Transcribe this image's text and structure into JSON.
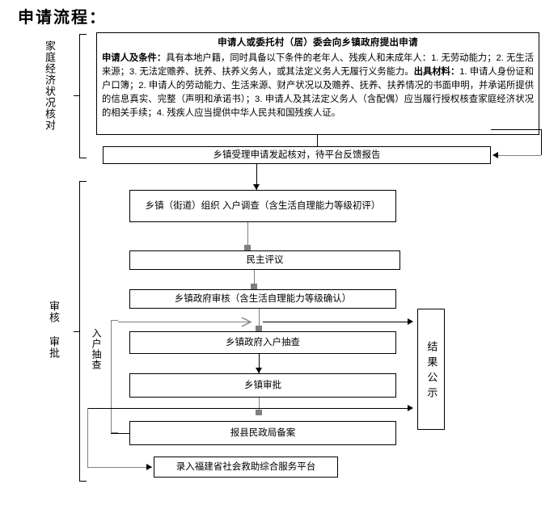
{
  "page": {
    "title": "申请流程："
  },
  "stages": [
    {
      "name": "stage-household-verification",
      "label": "家庭经济状况核对"
    },
    {
      "name": "stage-review-approval",
      "label": "审核 审批"
    },
    {
      "name": "stage-home-visit-spotcheck",
      "label": "入户抽查"
    }
  ],
  "criteria": {
    "title": "申请人或委托村（居）委会向乡镇政府提出申请",
    "lead_label": "申请人及条件：",
    "body_1": "具有本地户籍，同时具备以下条件的老年人、残疾人和未成年人：1. 无劳动能力；2. 无生活来源；3. 无法定赡养、抚养、扶养义务人，或其法定义务人无履行义务能力。",
    "materials_label": "出具材料：",
    "body_2": "1. 申请人身份证和户口簿；2. 申请人的劳动能力、生活来源、财产状况以及赡养、抚养、扶养情况的书面申明，并承诺所提供的信息真实、完整（声明和承诺书）；3. 申请人及其法定义务人（含配偶）应当履行授权核查家庭经济状况的相关手续；4. 残疾人应当提供中华人民共和国残疾人证。"
  },
  "nodes": [
    {
      "name": "node-township-accept",
      "label": "乡镇受理申请发起核对，待平台反馈报告"
    },
    {
      "name": "node-home-investigation",
      "label": "乡镇（街道）组织  入户调查（含生活自理能力等级初评）"
    },
    {
      "name": "node-democratic-review",
      "label": "民主评议"
    },
    {
      "name": "node-township-examination",
      "label": "乡镇政府审核（含生活自理能力等级确认）"
    },
    {
      "name": "node-township-spotcheck",
      "label": "乡镇政府入户抽查"
    },
    {
      "name": "node-township-approval",
      "label": "乡镇审批"
    },
    {
      "name": "node-report-civil-affairs",
      "label": "报县民政局备案"
    },
    {
      "name": "node-enter-platform",
      "label": "录入福建省社会救助综合服务平台"
    }
  ],
  "result_box": {
    "name": "node-result-publicity",
    "label": "结果公示"
  }
}
